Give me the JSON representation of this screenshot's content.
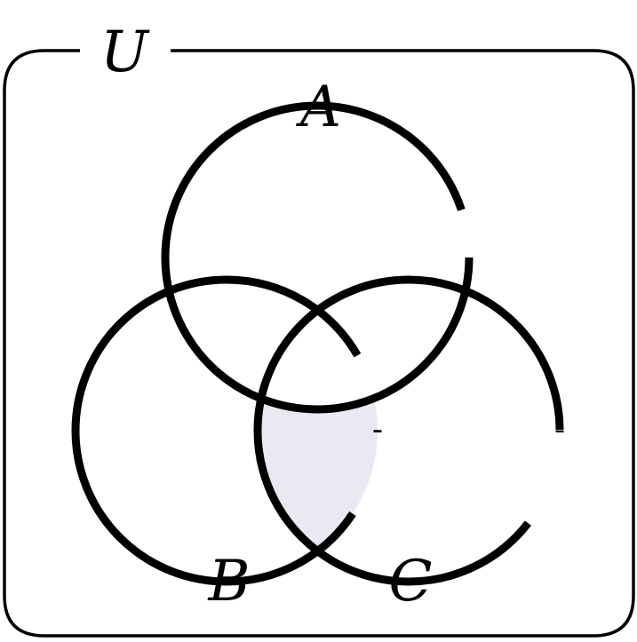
{
  "universe": {
    "label": "U"
  },
  "sets": [
    {
      "id": "a",
      "label": "A"
    },
    {
      "id": "b",
      "label": "B"
    },
    {
      "id": "c",
      "label": "C"
    }
  ],
  "shaded_region": {
    "description": "B ∩ C minus A",
    "fill": "#ece8f2"
  },
  "colors": {
    "stroke": "#000000",
    "background": "#ffffff"
  }
}
